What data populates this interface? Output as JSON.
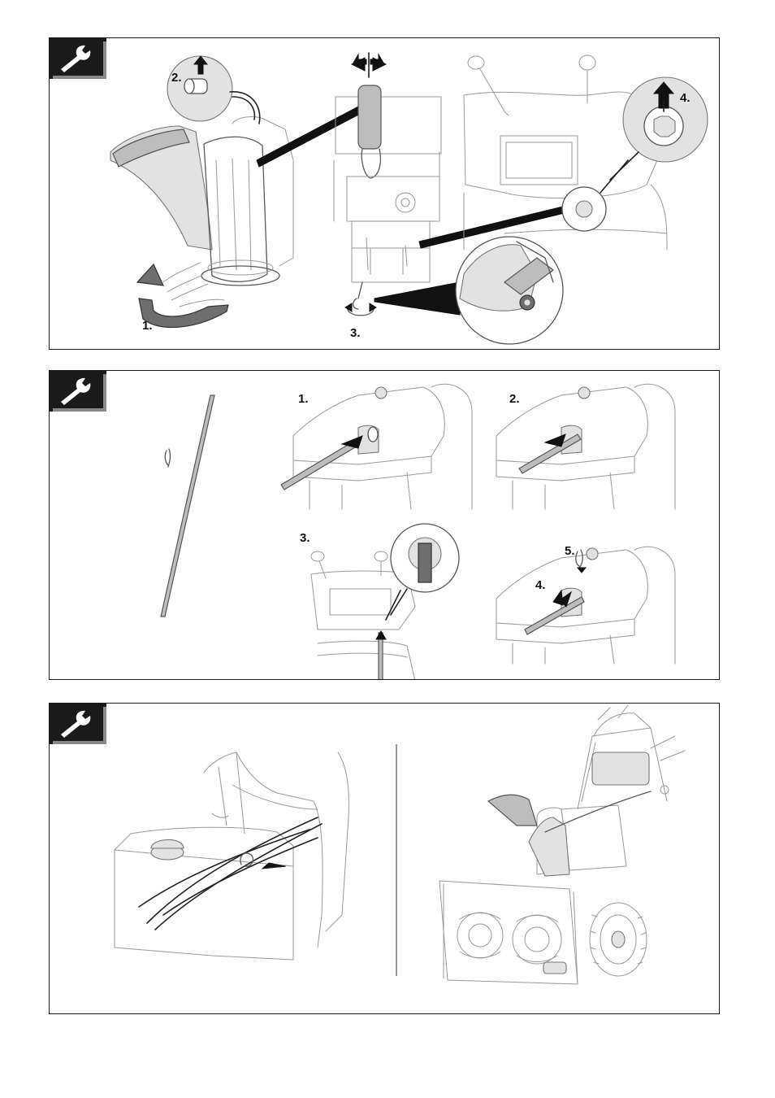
{
  "panels": [
    {
      "id": "panel-1",
      "steps": [
        "1.",
        "2.",
        "3.",
        "4."
      ]
    },
    {
      "id": "panel-2",
      "steps": [
        "1.",
        "2.",
        "3.",
        "4.",
        "5."
      ]
    },
    {
      "id": "panel-3",
      "steps": []
    }
  ],
  "icons": {
    "tool": "wrench-icon"
  },
  "colors": {
    "line": "#5a5a5a",
    "fill_gray": "#bdbdbd",
    "fill_dark": "#6e6e6e",
    "badge": "#1a1a1a"
  }
}
